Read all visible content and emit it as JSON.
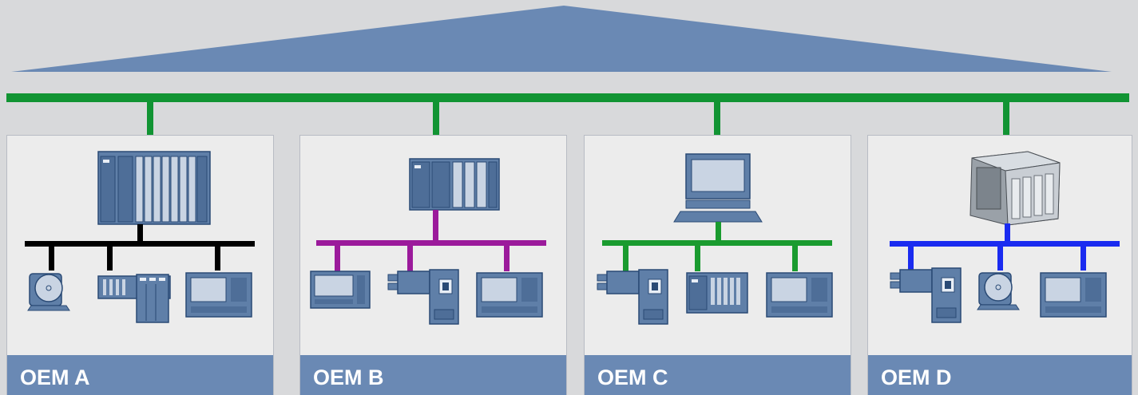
{
  "colors": {
    "background": "#d8d9db",
    "roof": "#6a89b4",
    "backbone": "#119433",
    "panel": "#ececec",
    "footer": "#6a89b4",
    "device_fill": "#5f7fa8",
    "device_dark": "#2a4a75"
  },
  "panels": [
    {
      "label": "OEM A",
      "bus_color": "#000000",
      "controller": "plc-rack-large-icon",
      "devices": [
        "motor-icon",
        "io-module-icon",
        "operator-panel-icon"
      ]
    },
    {
      "label": "OEM B",
      "bus_color": "#9b1a9b",
      "controller": "plc-rack-small-icon",
      "devices": [
        "touch-panel-icon",
        "drive-icon",
        "operator-panel-icon"
      ]
    },
    {
      "label": "OEM C",
      "bus_color": "#1a9b2f",
      "controller": "pc-computer-icon",
      "devices": [
        "drive-icon",
        "io-module-icon",
        "operator-panel-icon"
      ]
    },
    {
      "label": "OEM D",
      "bus_color": "#1a2bf0",
      "controller": "third-party-plc-icon",
      "devices": [
        "drive-icon",
        "motor-icon",
        "operator-panel-icon"
      ]
    }
  ]
}
